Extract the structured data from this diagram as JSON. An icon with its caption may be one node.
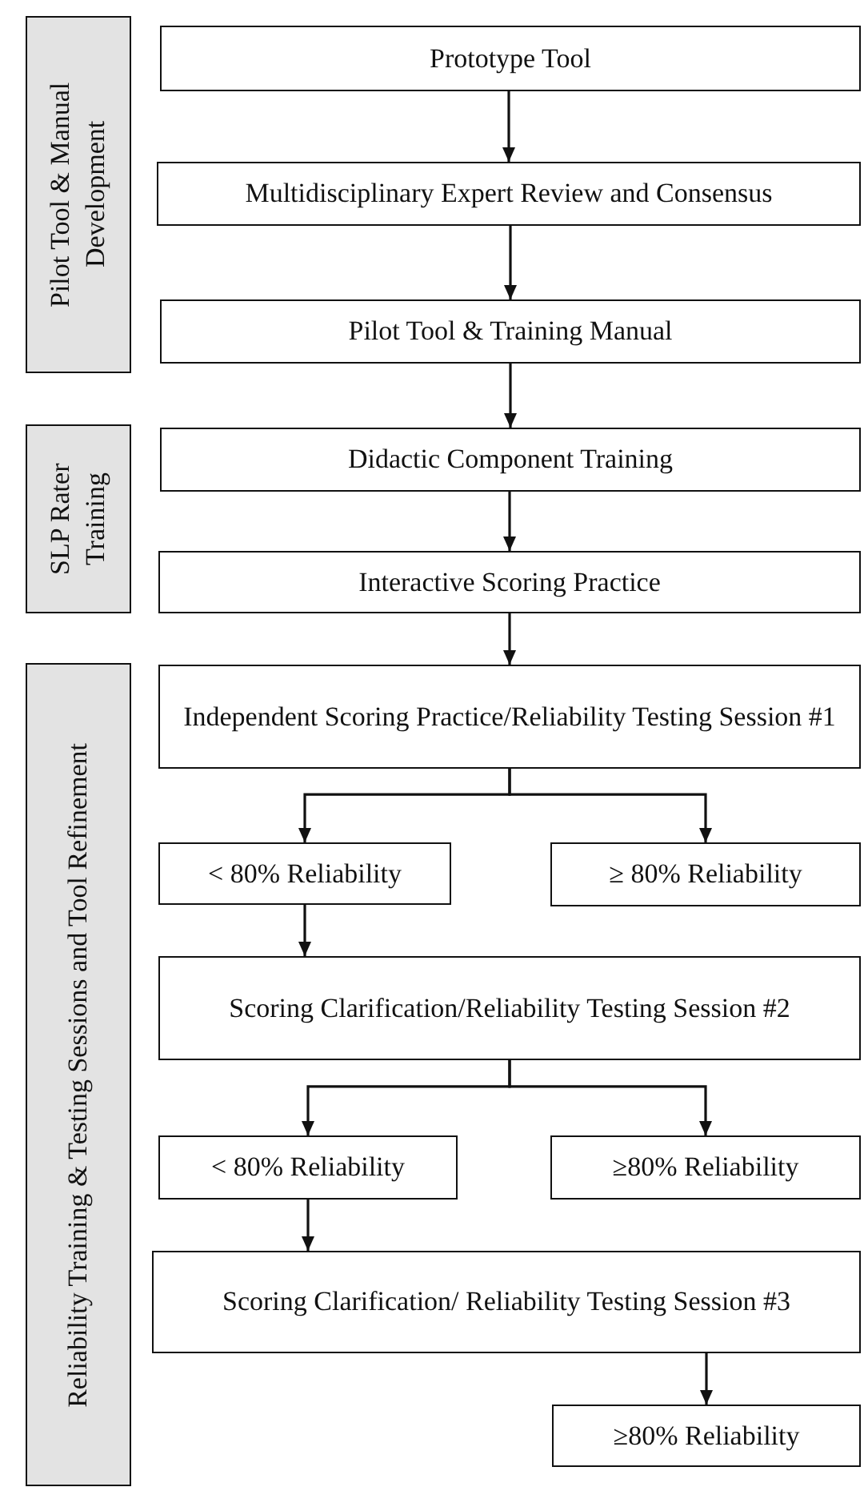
{
  "diagram": {
    "nodes": [
      {
        "text": [
          "Pilot Tool & Manual Development"
        ]
      },
      {
        "text": [
          "Prototype Tool"
        ]
      },
      {
        "text": [
          "Multidisciplinary Expert Review and Consensus"
        ]
      },
      {
        "text": [
          "Pilot Tool & Training Manual"
        ]
      },
      {
        "text": [
          "SLP Rater Training"
        ]
      },
      {
        "text": [
          "Didactic Component Training"
        ]
      },
      {
        "text": [
          "Interactive Scoring Practice"
        ]
      },
      {
        "text": [
          "Reliability Training & Testing Sessions and Tool Refinement"
        ]
      },
      {
        "text": [
          "Independent Scoring Practice/Reliability Testing Session #1"
        ]
      },
      {
        "text": [
          "< 80% Reliability"
        ]
      },
      {
        "text": [
          "≥ 80% Reliability"
        ]
      },
      {
        "text": [
          "Scoring Clarification/Reliability Testing Session #2"
        ]
      },
      {
        "text": [
          "< 80% Reliability"
        ]
      },
      {
        "text": [
          "≥80% Reliability"
        ]
      },
      {
        "text": [
          "Scoring Clarification/ Reliability Testing Session #3"
        ]
      },
      {
        "text": [
          "≥80% Reliability"
        ]
      }
    ],
    "edges": [
      {
        "from": 1,
        "to": 2,
        "arrow": "to"
      },
      {
        "from": 2,
        "to": 3,
        "arrow": "to"
      },
      {
        "from": 3,
        "to": 5,
        "arrow": "to"
      },
      {
        "from": 5,
        "to": 6,
        "arrow": "to"
      },
      {
        "from": 6,
        "to": 8,
        "arrow": "to"
      },
      {
        "from": 8,
        "to": 9,
        "arrow": "to"
      },
      {
        "from": 8,
        "to": 10,
        "arrow": "to"
      },
      {
        "from": 9,
        "to": 11,
        "arrow": "to"
      },
      {
        "from": 11,
        "to": 12,
        "arrow": "to"
      },
      {
        "from": 11,
        "to": 13,
        "arrow": "to"
      },
      {
        "from": 12,
        "to": 14,
        "arrow": "to"
      },
      {
        "from": 14,
        "to": 15,
        "arrow": "to"
      }
    ]
  }
}
